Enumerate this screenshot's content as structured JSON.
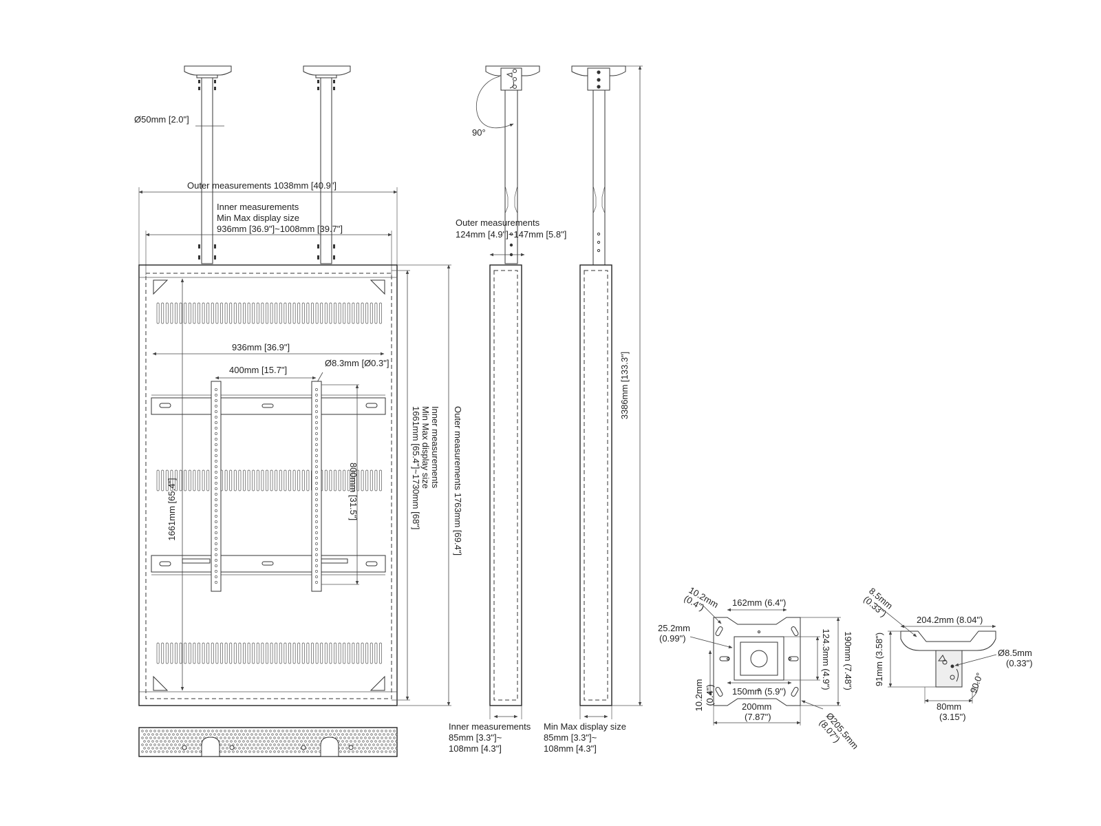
{
  "labels": {
    "pole_diameter": "Ø50mm [2.0\"]",
    "rotation": "90°",
    "outer_width": "Outer measurements 1038mm [40.9\"]",
    "inner_width_l1": "Inner measurements",
    "inner_width_l2": "Min Max display size",
    "inner_width_l3": "936mm [36.9\"]~1008mm [39.7\"]",
    "width_936": "936mm [36.9\"]",
    "width_400": "400mm [15.7\"]",
    "hole_diameter": "Ø8.3mm [Ø0.3\"]",
    "height_1661": "1661mm [65.4\"]",
    "height_800": "800mm [31.5\"]",
    "inner_height_l1": "Inner measurements",
    "inner_height_l2": "Min Max display size",
    "inner_height_l3": "1661mm [65.4\"]~1730mm [68\"]",
    "outer_height": "Outer measurements 1763mm [69.4\"]",
    "side_outer_l1": "Outer measurements",
    "side_outer_l2": "124mm [4.9\"]~147mm [5.8\"]",
    "total_height": "3386mm [133.3\"]",
    "side_inner_l1": "Inner measurements",
    "side_inner_l2": "85mm [3.3\"]~",
    "side_inner_l3": "108mm [4.3\"]",
    "side_minmax_l1": "Min Max display size",
    "side_minmax_l2": "85mm [3.3\"]~",
    "side_minmax_l3": "108mm [4.3\"]",
    "plate_10_2_top_a": "10.2mm",
    "plate_10_2_top_b": "(0.4\")",
    "plate_162": "162mm (6.4\")",
    "plate_25_2_a": "25.2mm",
    "plate_25_2_b": "(0.99\")",
    "plate_124_3": "124.3mm (4.9\")",
    "plate_190": "190mm  (7.48\")",
    "plate_10_2_left_a": "10.2mm",
    "plate_10_2_left_b": "(0.4\")",
    "plate_150": "150mm (5.9\")",
    "plate_200_a": "200mm",
    "plate_200_b": "(7.87\")",
    "plate_205_5_a": "Ø205.5mm",
    "plate_205_5_b": "(8.07\")",
    "bracket_8_5_top_a": "8.5mm",
    "bracket_8_5_top_b": "(0.33\")",
    "bracket_204_2": "204.2mm (8.04\")",
    "bracket_91": "91mm (3.58\")",
    "bracket_8_5_right_a": "Ø8.5mm",
    "bracket_8_5_right_b": "(0.33\")",
    "bracket_90": "90.0°",
    "bracket_80_a": "80mm",
    "bracket_80_b": "(3.15\")"
  },
  "colors": {
    "line": "#333333",
    "background": "#ffffff",
    "text": "#222222"
  },
  "icons": {
    "rotation_arrow": "curved-arrow-icon"
  }
}
